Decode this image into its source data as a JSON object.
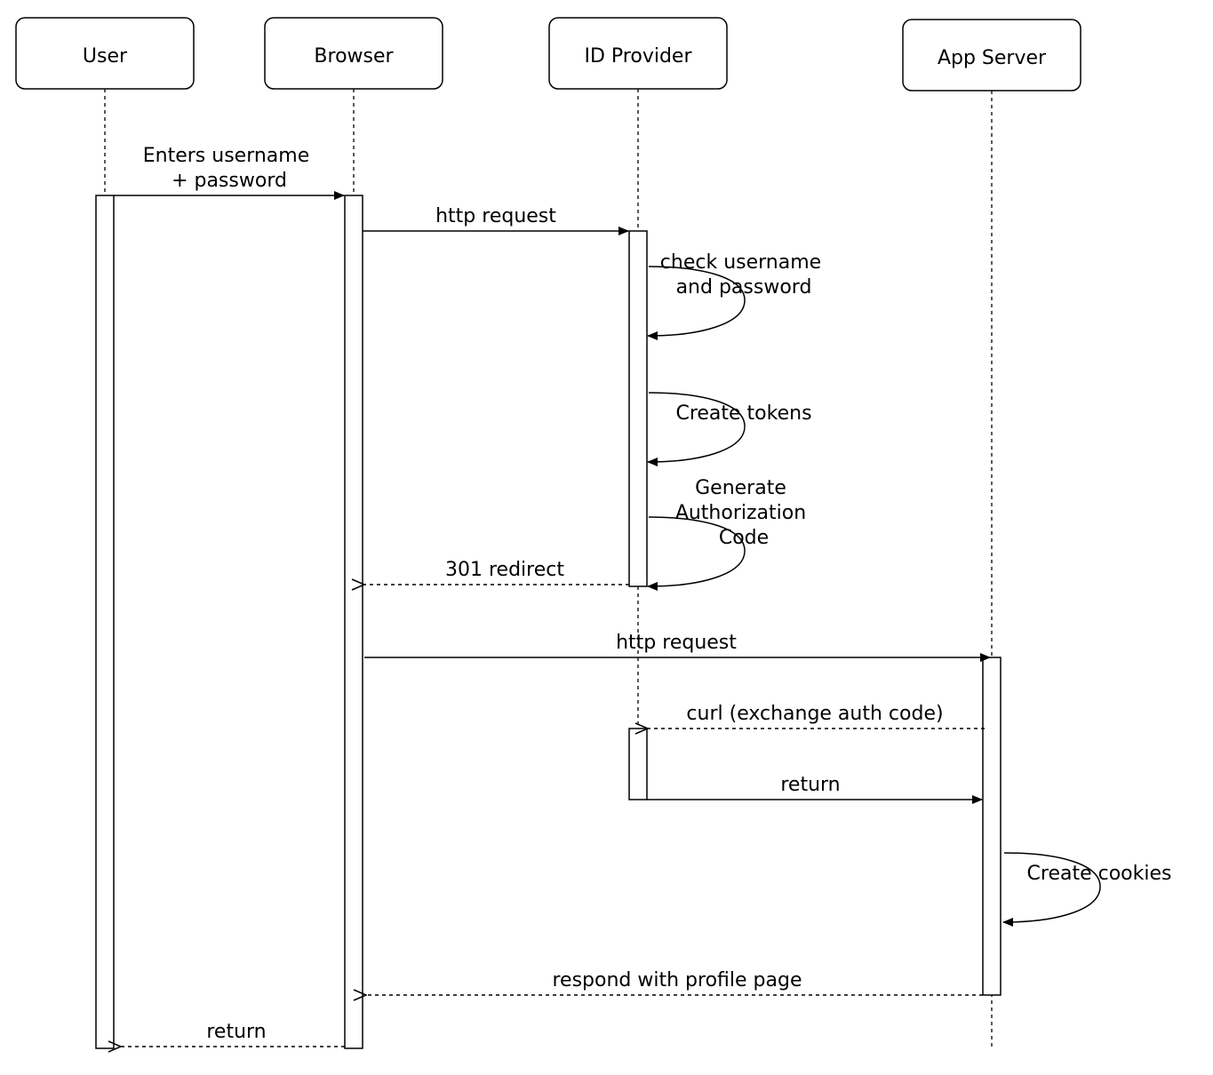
{
  "colors": {
    "stroke": "#000000",
    "background": "#ffffff",
    "activation_fill": "#ffffff"
  },
  "participants": [
    {
      "id": "user",
      "label": "User"
    },
    {
      "id": "browser",
      "label": "Browser"
    },
    {
      "id": "idp",
      "label": "ID Provider"
    },
    {
      "id": "app",
      "label": "App Server"
    }
  ],
  "messages": [
    {
      "id": "m1",
      "from": "user",
      "to": "browser",
      "style": "solid",
      "lines": [
        "Enters username",
        "+ password"
      ]
    },
    {
      "id": "m2",
      "from": "browser",
      "to": "idp",
      "style": "solid",
      "lines": [
        "http request"
      ]
    },
    {
      "id": "m3",
      "from": "idp",
      "to": "idp",
      "style": "self",
      "lines": [
        "check username",
        "and password"
      ]
    },
    {
      "id": "m4",
      "from": "idp",
      "to": "idp",
      "style": "self",
      "lines": [
        "Create tokens"
      ]
    },
    {
      "id": "m5",
      "from": "idp",
      "to": "idp",
      "style": "self",
      "lines": [
        "Generate",
        "Authorization",
        "Code"
      ]
    },
    {
      "id": "m6",
      "from": "idp",
      "to": "browser",
      "style": "dashed",
      "lines": [
        "301 redirect"
      ]
    },
    {
      "id": "m7",
      "from": "browser",
      "to": "app",
      "style": "solid",
      "lines": [
        "http request"
      ]
    },
    {
      "id": "m8",
      "from": "app",
      "to": "idp",
      "style": "dashed",
      "lines": [
        "curl (exchange auth code)"
      ]
    },
    {
      "id": "m9",
      "from": "idp",
      "to": "app",
      "style": "solid",
      "lines": [
        "return"
      ]
    },
    {
      "id": "m10",
      "from": "app",
      "to": "app",
      "style": "self",
      "lines": [
        "Create cookies"
      ]
    },
    {
      "id": "m11",
      "from": "app",
      "to": "browser",
      "style": "dashed",
      "lines": [
        "respond with profile page"
      ]
    },
    {
      "id": "m12",
      "from": "browser",
      "to": "user",
      "style": "dashed",
      "lines": [
        "return"
      ]
    }
  ]
}
